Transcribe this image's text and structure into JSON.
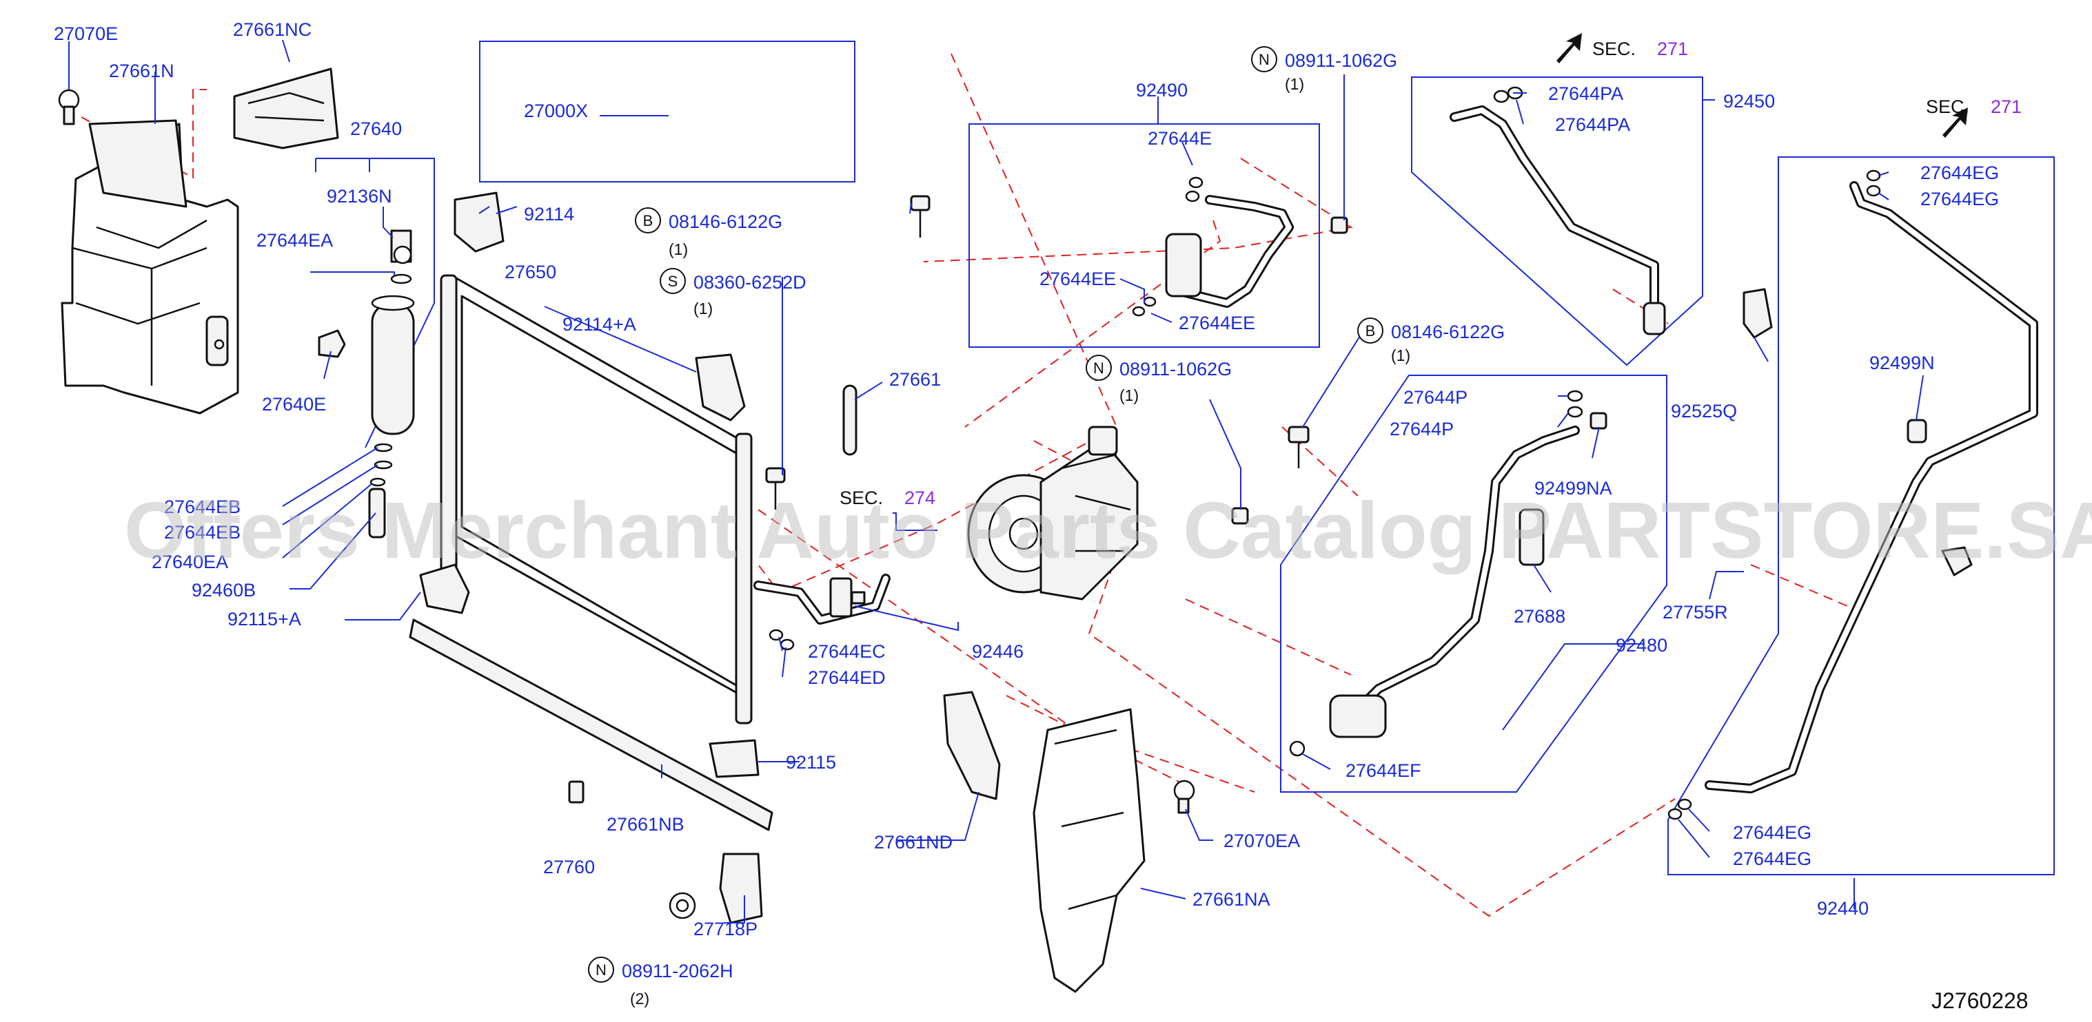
{
  "diagram_id": "J2760228",
  "watermark": "Offers Merchant Auto Parts Catalog PARTSTORE.SA",
  "colors": {
    "label": "#1a2bd6",
    "leader": "#1a2bd6",
    "dashed_link": "#e02020",
    "section_ref": "#8a2be2",
    "part_outline": "#111111"
  },
  "icons": [
    "arrow-icon",
    "circle-prefix-icon"
  ],
  "labels": {
    "p27070E": "27070E",
    "p27661N": "27661N",
    "p27661NC": "27661NC",
    "p27640": "27640",
    "p92136N": "92136N",
    "p27644EA": "27644EA",
    "p27640E": "27640E",
    "p27644EB1": "27644EB",
    "p27644EB2": "27644EB",
    "p27640EA": "27640EA",
    "p92460B": "92460B",
    "p92115A": "92115+A",
    "p27000X": "27000X",
    "p92114": "92114",
    "p27650": "27650",
    "p92114A": "92114+A",
    "p92115": "92115",
    "p27661NB": "27661NB",
    "p27760": "27760",
    "p27718P": "27718P",
    "p27661": "27661",
    "p27644EC": "27644EC",
    "p27644ED": "27644ED",
    "p92446": "92446",
    "p92490": "92490",
    "p27644E": "27644E",
    "p27644EE1": "27644EE",
    "p27644EE2": "27644EE",
    "p27661ND": "27661ND",
    "p27070EA": "27070EA",
    "p27661NA": "27661NA",
    "p92450": "92450",
    "p27644PA1": "27644PA",
    "p27644PA2": "27644PA",
    "p92525Q": "92525Q",
    "p27644P1": "27644P",
    "p27644P2": "27644P",
    "p92499NA": "92499NA",
    "p27688": "27688",
    "p92480": "92480",
    "p27644EF": "27644EF",
    "p27755R": "27755R",
    "p92499N": "92499N",
    "p27644EG1": "27644EG",
    "p27644EG2": "27644EG",
    "p27644EG3": "27644EG",
    "p27644EG4": "27644EG",
    "p92440": "92440"
  },
  "fasteners": {
    "f1": {
      "prefix": "B",
      "number": "08146-6122G",
      "qty": "(1)"
    },
    "f2": {
      "prefix": "S",
      "number": "08360-6252D",
      "qty": "(1)"
    },
    "f3": {
      "prefix": "N",
      "number": "08911-1062G",
      "qty": "(1)"
    },
    "f4": {
      "prefix": "B",
      "number": "08146-6122G",
      "qty": "(1)"
    },
    "f5": {
      "prefix": "N",
      "number": "08911-1062G",
      "qty": "(1)"
    },
    "f6": {
      "prefix": "N",
      "number": "08911-2062H",
      "qty": "(2)"
    }
  },
  "section_refs": {
    "s1": {
      "text": "SEC.",
      "number": "274"
    },
    "s2": {
      "text": "SEC.",
      "number": "271"
    },
    "s3": {
      "text": "SEC.",
      "number": "271"
    }
  }
}
